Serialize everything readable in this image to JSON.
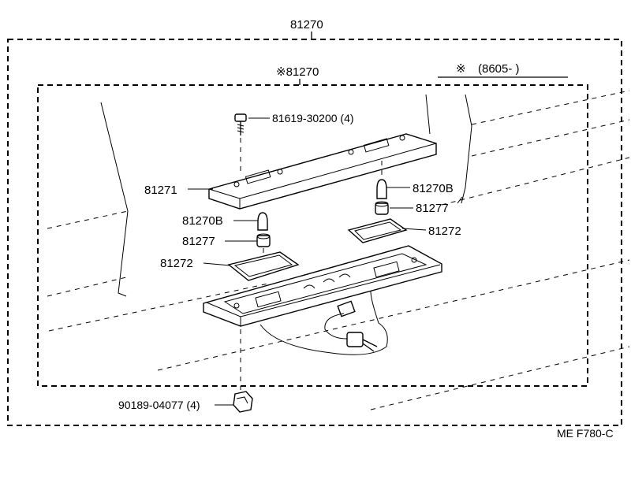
{
  "diagram": {
    "assembly_number": "81270",
    "subassembly_number": "※81270",
    "note": {
      "symbol": "※",
      "text": "(8605-        )"
    },
    "parts": {
      "screw": "81619-30200 (4)",
      "lens": "81271",
      "bulb_right": "81270B",
      "bulb_left": "81270B",
      "socket_right": "81277",
      "socket_left": "81277",
      "gasket_right": "81272",
      "gasket_left": "81272",
      "clip": "90189-04077 (4)"
    },
    "code": "ME F780-C"
  }
}
